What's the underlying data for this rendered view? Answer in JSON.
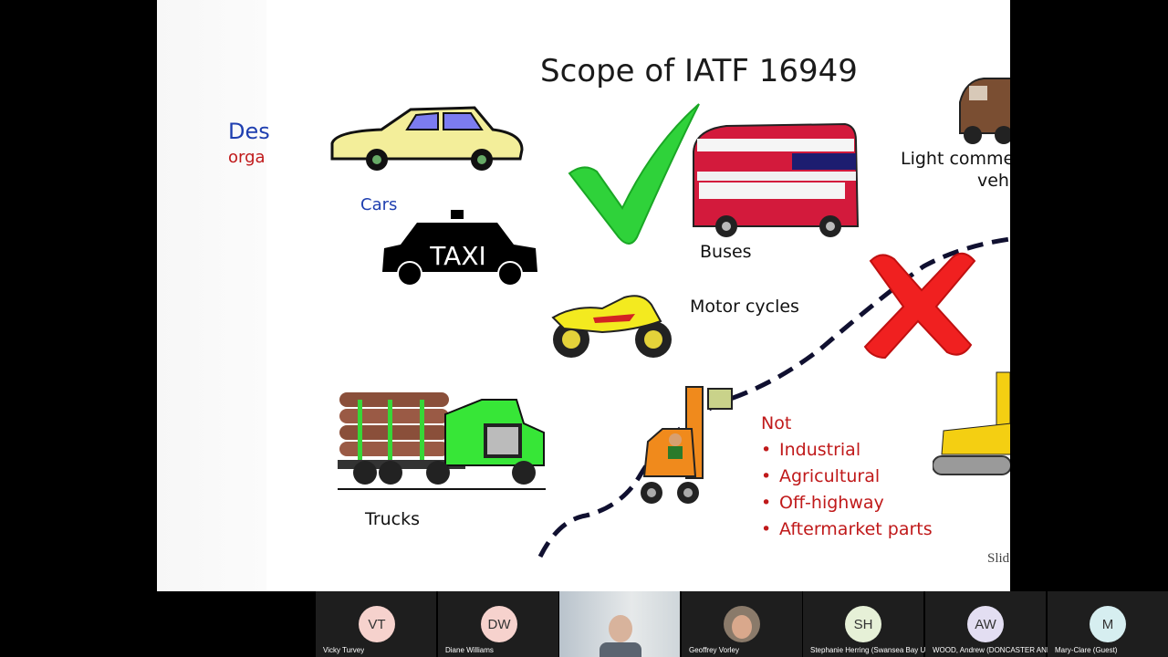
{
  "slide": {
    "title": "Scope of IATF 16949",
    "side_text_1": "Des",
    "side_text_2": "orga",
    "labels": {
      "cars": "Cars",
      "buses": "Buses",
      "motorcycles": "Motor cycles",
      "trucks": "Trucks",
      "light_commercial_1": "Light commer",
      "light_commercial_2": "vehi",
      "slide_footer": "Slid"
    },
    "taxi_sign": "TAXI",
    "not_heading": "Not",
    "not_items": [
      "Industrial",
      "Agricultural",
      "Off-highway",
      "Aftermarket parts"
    ]
  },
  "participants": [
    {
      "initials": "VT",
      "name": "Vicky Turvey",
      "color": "#f6d2cd"
    },
    {
      "initials": "DW",
      "name": "Diane Williams",
      "color": "#f6d2cd"
    },
    {
      "initials": "",
      "name": "",
      "video": true
    },
    {
      "initials": "",
      "name": "Geoffrey Vorley",
      "photo": true
    },
    {
      "initials": "SH",
      "name": "Stephanie Herring (Swansea Bay U...",
      "color": "#e6f0d7"
    },
    {
      "initials": "AW",
      "name": "WOOD, Andrew (DONCASTER AND...",
      "color": "#e3def2"
    },
    {
      "initials": "M",
      "name": "Mary-Clare (Guest)",
      "color": "#d6eef0"
    }
  ]
}
